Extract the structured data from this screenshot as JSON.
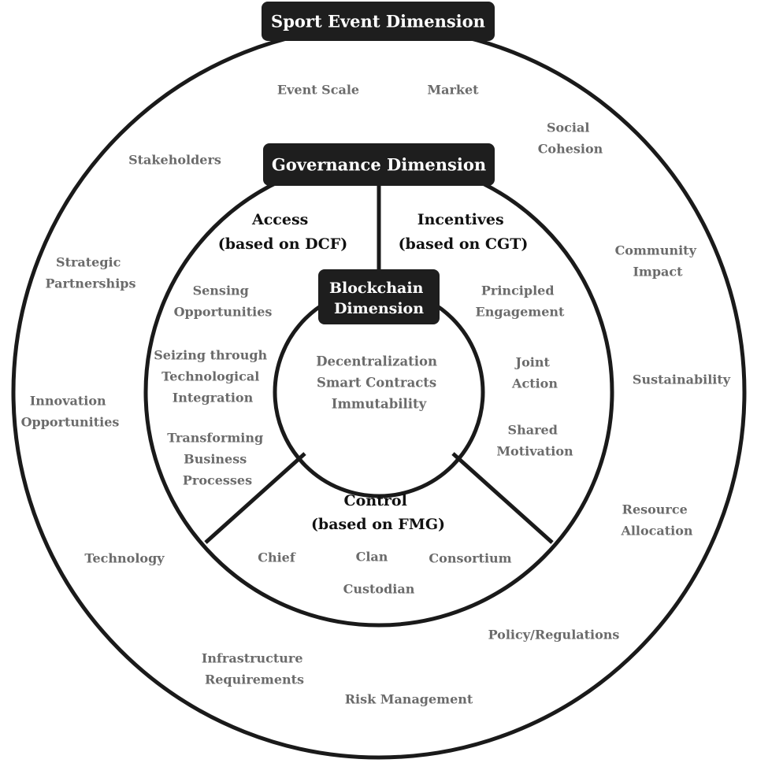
{
  "sport_event": {
    "title": "Sport Event Dimension",
    "factors": {
      "event_scale": [
        "Event Scale"
      ],
      "market": [
        "Market"
      ],
      "social_cohesion": [
        "Social",
        "Cohesion"
      ],
      "stakeholders": [
        "Stakeholders"
      ],
      "community_impact": [
        "Community",
        "Impact"
      ],
      "strategic_partnerships": [
        "Strategic",
        "Partnerships"
      ],
      "sustainability": [
        "Sustainability"
      ],
      "innovation_opportunities": [
        "Innovation",
        "Opportunities"
      ],
      "resource_allocation": [
        "Resource",
        "Allocation"
      ],
      "technology": [
        "Technology"
      ],
      "policy_regulations": [
        "Policy/Regulations"
      ],
      "infrastructure_requirements": [
        "Infrastructure",
        "Requirements"
      ],
      "risk_management": [
        "Risk Management"
      ]
    }
  },
  "governance": {
    "title": "Governance Dimension",
    "access": {
      "title": [
        "Access",
        "(based on DCF)"
      ],
      "items": {
        "sensing": [
          "Sensing",
          "Opportunities"
        ],
        "seizing": [
          "Seizing through",
          "Technological",
          "Integration"
        ],
        "transforming": [
          "Transforming",
          "Business",
          "Processes"
        ]
      }
    },
    "incentives": {
      "title": [
        "Incentives",
        "(based on CGT)"
      ],
      "items": {
        "principled": [
          "Principled",
          "Engagement"
        ],
        "joint": [
          "Joint",
          "Action"
        ],
        "shared": [
          "Shared",
          "Motivation"
        ]
      }
    },
    "control": {
      "title": [
        "Control",
        "(based on FMG)"
      ],
      "items": {
        "chief": [
          "Chief"
        ],
        "clan": [
          "Clan"
        ],
        "consortium": [
          "Consortium"
        ],
        "custodian": [
          "Custodian"
        ]
      }
    }
  },
  "blockchain": {
    "title": [
      "Blockchain",
      "Dimension"
    ],
    "items": [
      "Decentralization",
      "Smart Contracts",
      "Immutability"
    ]
  }
}
